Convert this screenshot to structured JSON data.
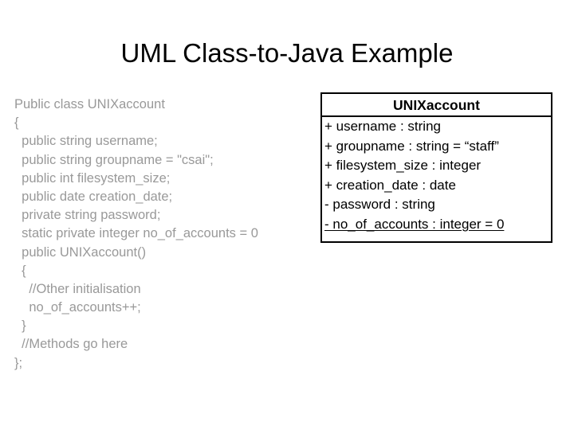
{
  "slide": {
    "title": "UML Class-to-Java Example"
  },
  "code_listing": {
    "language": "java",
    "lines": [
      "Public class UNIXaccount",
      "{",
      "  public string username;",
      "  public string groupname = \"csai\";",
      "  public int filesystem_size;",
      "  public date creation_date;",
      "  private string password;",
      "  static private integer no_of_accounts = 0",
      "  public UNIXaccount()",
      "  {",
      "    //Other initialisation",
      "    no_of_accounts++;",
      "  }",
      "  //Methods go here",
      "};"
    ]
  },
  "uml_class": {
    "name": "UNIXaccount",
    "attributes": [
      {
        "text": "+ username : string",
        "static": false
      },
      {
        "text": "+ groupname : string = “staff”",
        "static": false
      },
      {
        "text": "+ filesystem_size : integer",
        "static": false
      },
      {
        "text": "+ creation_date : date",
        "static": false
      },
      {
        "text": "- password : string",
        "static": false
      },
      {
        "text": "- no_of_accounts : integer = 0",
        "static": true
      }
    ]
  },
  "colors": {
    "background": "#ffffff",
    "title_text": "#000000",
    "code_text": "#999999",
    "uml_border": "#000000",
    "uml_text": "#000000"
  }
}
